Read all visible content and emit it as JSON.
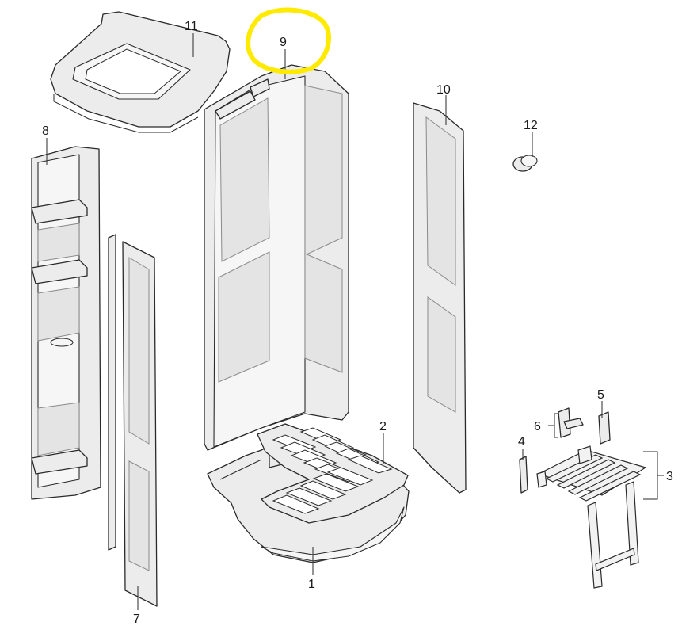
{
  "labels": {
    "p1": "1",
    "p2": "2",
    "p3": "3",
    "p4": "4",
    "p5": "5",
    "p6": "6",
    "p7": "7",
    "p8": "8",
    "p9": "9",
    "p10": "10",
    "p11": "11",
    "p12": "12"
  },
  "colors": {
    "highlight": "#ffea00",
    "line": "#2a2a2a",
    "fill": "#ececec"
  }
}
